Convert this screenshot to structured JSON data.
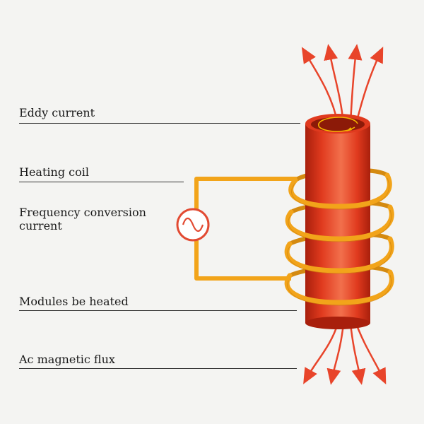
{
  "labels": {
    "eddy_current": "Eddy current",
    "heating_coil": "Heating coil",
    "frequency_conversion_current_line1": "Frequency conversion",
    "frequency_conversion_current_line2": "current",
    "modules_be_heated": "Modules be heated",
    "ac_magnetic_flux": "Ac magnetic flux"
  },
  "colors": {
    "cylinder": "#e03a1e",
    "cylinder_dark": "#b8240f",
    "cylinder_light": "#f2704c",
    "coil": "#f2a41a",
    "coil_dark": "#c97d0b",
    "flux_arrows": "#e8442a",
    "ac_source_ring": "#e24a32",
    "eddy_arrow": "#f4b400"
  },
  "icons": {
    "ac_source": "sine-wave-icon"
  }
}
